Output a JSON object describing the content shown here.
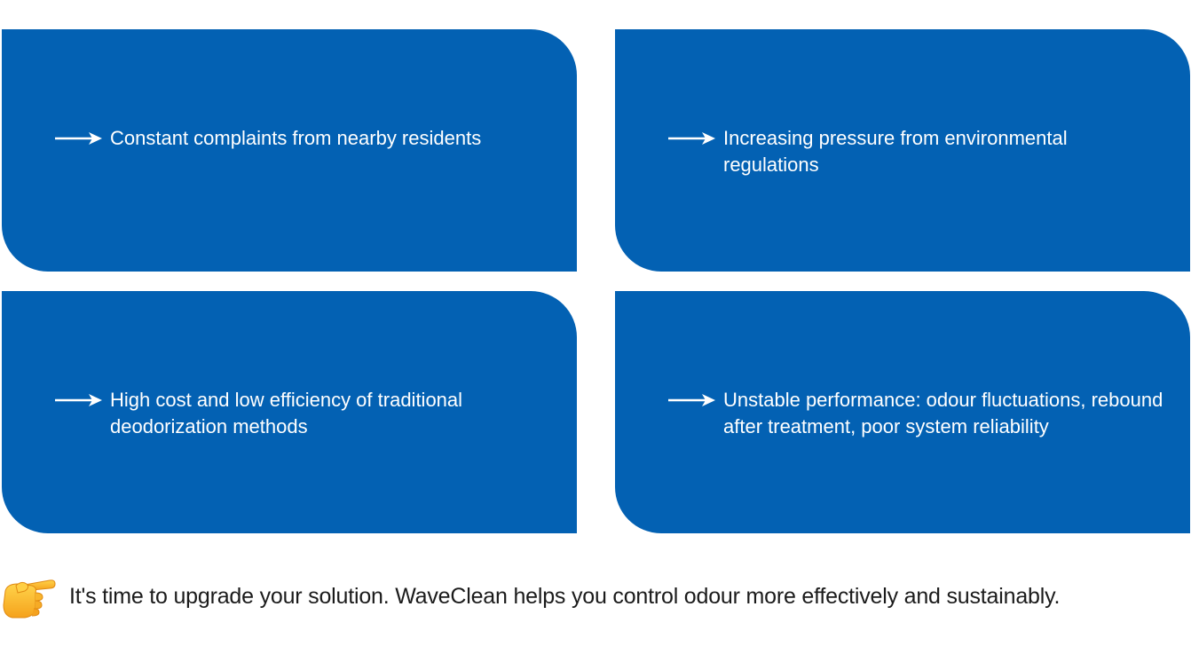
{
  "cards": [
    {
      "text": "Constant complaints from nearby residents"
    },
    {
      "text": "Increasing pressure from environmental regulations"
    },
    {
      "text": "High cost and low efficiency of traditional deodorization methods"
    },
    {
      "text": "Unstable performance: odour fluctuations, rebound after treatment, poor system reliability"
    }
  ],
  "footer": {
    "icon": "pointing-hand-icon",
    "text": "It's time to upgrade your solution. WaveClean helps you control odour more effectively and sustainably."
  },
  "colors": {
    "card_background": "#0361b3",
    "card_text": "#ffffff",
    "footer_text": "#1b1b1b"
  }
}
